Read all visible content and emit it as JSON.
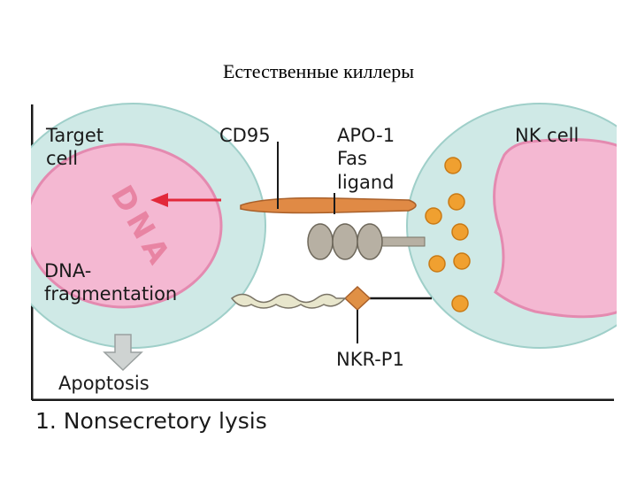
{
  "slide": {
    "title": "Естественные киллеры"
  },
  "figure": {
    "labels": {
      "target_line1": "Target",
      "target_line2": "cell",
      "cd95": "CD95",
      "apo_line1": "APO-1",
      "apo_line2": "Fas",
      "apo_line3": "ligand",
      "nk_cell": "NK cell",
      "dna_line1": "DNA-",
      "dna_line2": "fragmentation",
      "nkr": "NKR-P1",
      "apoptosis": "Apoptosis",
      "nucleus_scribble": "DNA"
    },
    "caption": "1. Nonsecretory lysis",
    "colors": {
      "cell_body": "#cfe9e6",
      "cell_outline": "#9fcfc9",
      "nucleus": "#f4b8d2",
      "nucleus_outline": "#e48ab0",
      "granule": "#f0a030",
      "receptor": "#e08a45",
      "arrow": "#e2283a",
      "ig_domain": "#b7b0a3",
      "nkr_receptor": "#e09045",
      "ligand_light": "#e8e6cc"
    }
  }
}
